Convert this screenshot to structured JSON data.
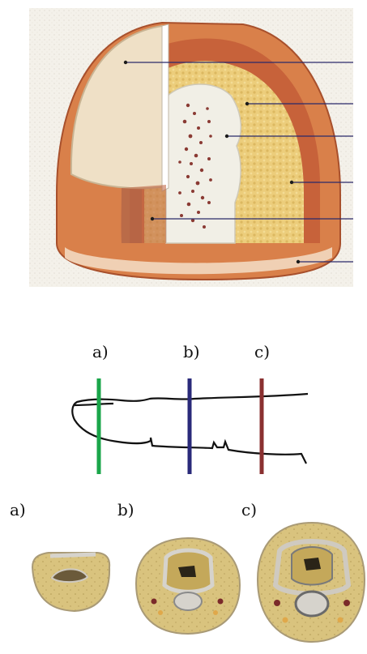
{
  "sketch_labels": [
    "a)",
    "b)",
    "c)"
  ],
  "section_labels": [
    "a)",
    "b)",
    "c)"
  ],
  "colors": {
    "marker_a": "#1aa64a",
    "marker_b": "#2a2a7a",
    "marker_c": "#8a3030",
    "leader": "#2a2a6a",
    "skin": "#d9804a",
    "skin_dark": "#b75a33",
    "nail": "#efe0c6",
    "fat": "#e8c873",
    "bone": "#f1efe6",
    "marrow": "#8a3a33",
    "section_tissue": "#d8c07a",
    "section_outline": "#a99a76"
  }
}
